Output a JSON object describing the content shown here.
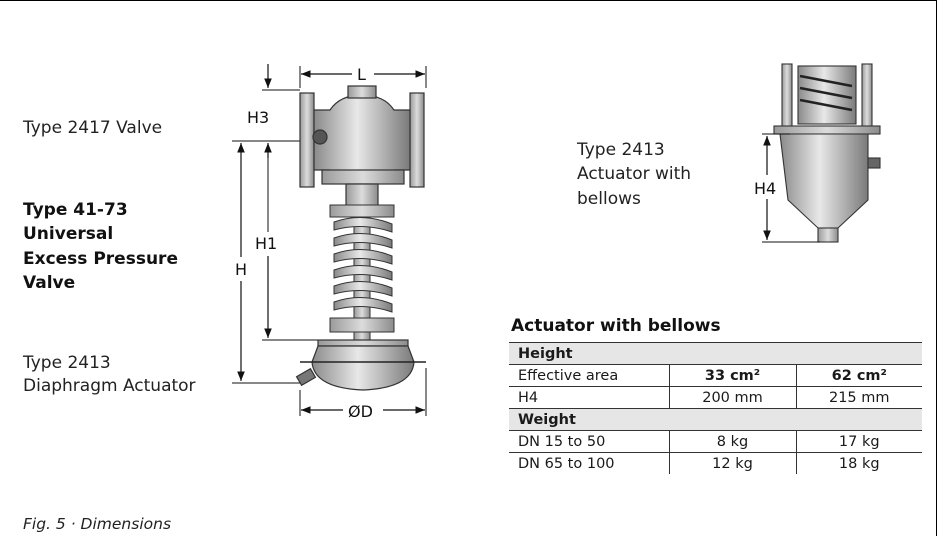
{
  "labels": {
    "valve": "Type 2417 Valve",
    "product": [
      "Type 41-73",
      "Universal",
      "Excess Pressure",
      "Valve"
    ],
    "diaphragm": [
      "Type 2413",
      "Diaphragm Actuator"
    ],
    "bellows_actuator": [
      "Type 2413",
      "Actuator with",
      "bellows"
    ],
    "caption": "Fig. 5 · Dimensions"
  },
  "dimensions": {
    "L": "L",
    "H3": "H3",
    "H1": "H1",
    "H": "H",
    "D": "ØD",
    "H4": "H4"
  },
  "table": {
    "title": "Actuator with bellows",
    "sections": [
      {
        "header": "Height",
        "rows": [
          {
            "label": "Effective area",
            "v1": "33 cm²",
            "v2": "62 cm²",
            "bold": true
          },
          {
            "label": "H4",
            "v1": "200 mm",
            "v2": "215 mm",
            "bold": false
          }
        ]
      },
      {
        "header": "Weight",
        "rows": [
          {
            "label": "DN 15 to 50",
            "v1": "8 kg",
            "v2": "17 kg",
            "bold": false
          },
          {
            "label": "DN 65 to 100",
            "v1": "12 kg",
            "v2": "18 kg",
            "bold": false
          }
        ]
      }
    ]
  }
}
